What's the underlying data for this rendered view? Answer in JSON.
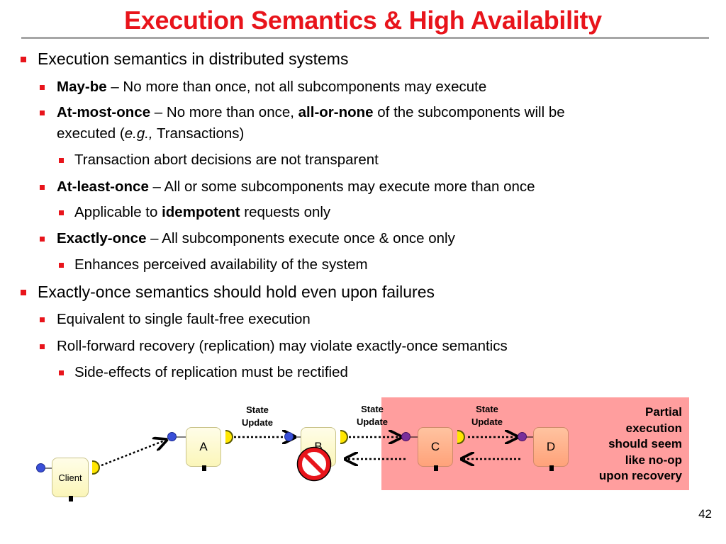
{
  "title": "Execution Semantics & High Availability",
  "bullets": {
    "b1": "Execution semantics in distributed systems",
    "maybe_term": "May-be",
    "maybe_text": " – No more than once, not all subcomponents may execute",
    "amo_term": "At-most-once",
    "amo_text_a": " – No more than once, ",
    "amo_bold": "all-or-none",
    "amo_text_b": " of the subcomponents will be",
    "amo_line2_a": "executed (",
    "amo_line2_eg": "e.g.,",
    "amo_line2_b": " Transactions)",
    "amo_sub": "Transaction abort decisions are not transparent",
    "alo_term": "At-least-once",
    "alo_text": " – All or some subcomponents may execute more than once",
    "alo_sub_a": "Applicable to ",
    "alo_sub_bold": "idempotent",
    "alo_sub_b": " requests only",
    "eo_term": "Exactly-once",
    "eo_text": " – All subcomponents execute once & once only",
    "eo_sub": "Enhances perceived availability of the system",
    "b2": "Exactly-once semantics should hold even upon failures",
    "b2_sub1": "Equivalent to single fault-free execution",
    "b2_sub2": "Roll-forward recovery (replication) may violate exactly-once semantics",
    "b2_sub2_sub": "Side-effects of replication must be rectified"
  },
  "diagram": {
    "client": "Client",
    "comp_a": "A",
    "comp_b": "B",
    "comp_c": "C",
    "comp_d": "D",
    "state_update_1a": "State",
    "state_update_1b": "Update",
    "state_update_2a": "State",
    "state_update_2b": "Update",
    "state_update_3a": "State",
    "state_update_3b": "Update",
    "note_1": "Partial",
    "note_2": "execution",
    "note_3": "should seem",
    "note_4": "like no-op",
    "note_5": "upon recovery",
    "colors": {
      "title": "#e8141b",
      "zone": "#ff9e9e",
      "component": "#fbf6b9",
      "failed_component": "#ffa27a"
    }
  },
  "page_number": "42"
}
